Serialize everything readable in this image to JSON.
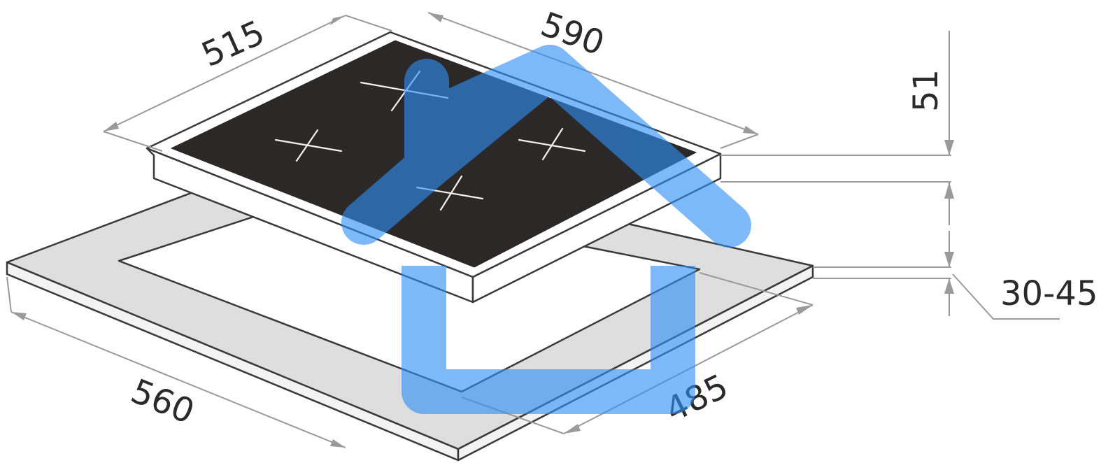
{
  "dimensions": {
    "hob_depth": "515",
    "hob_width": "590",
    "hob_height": "51",
    "countertop_thickness": "30-45",
    "cutout_width": "560",
    "cutout_depth": "485"
  },
  "colors": {
    "glass": "#2b2827",
    "frame": "#ffffff",
    "countertop": "#dedede",
    "cutout": "#ffffff",
    "overlay": "#2f8ff5"
  },
  "icons": {
    "overlay": "house-logo-icon"
  }
}
